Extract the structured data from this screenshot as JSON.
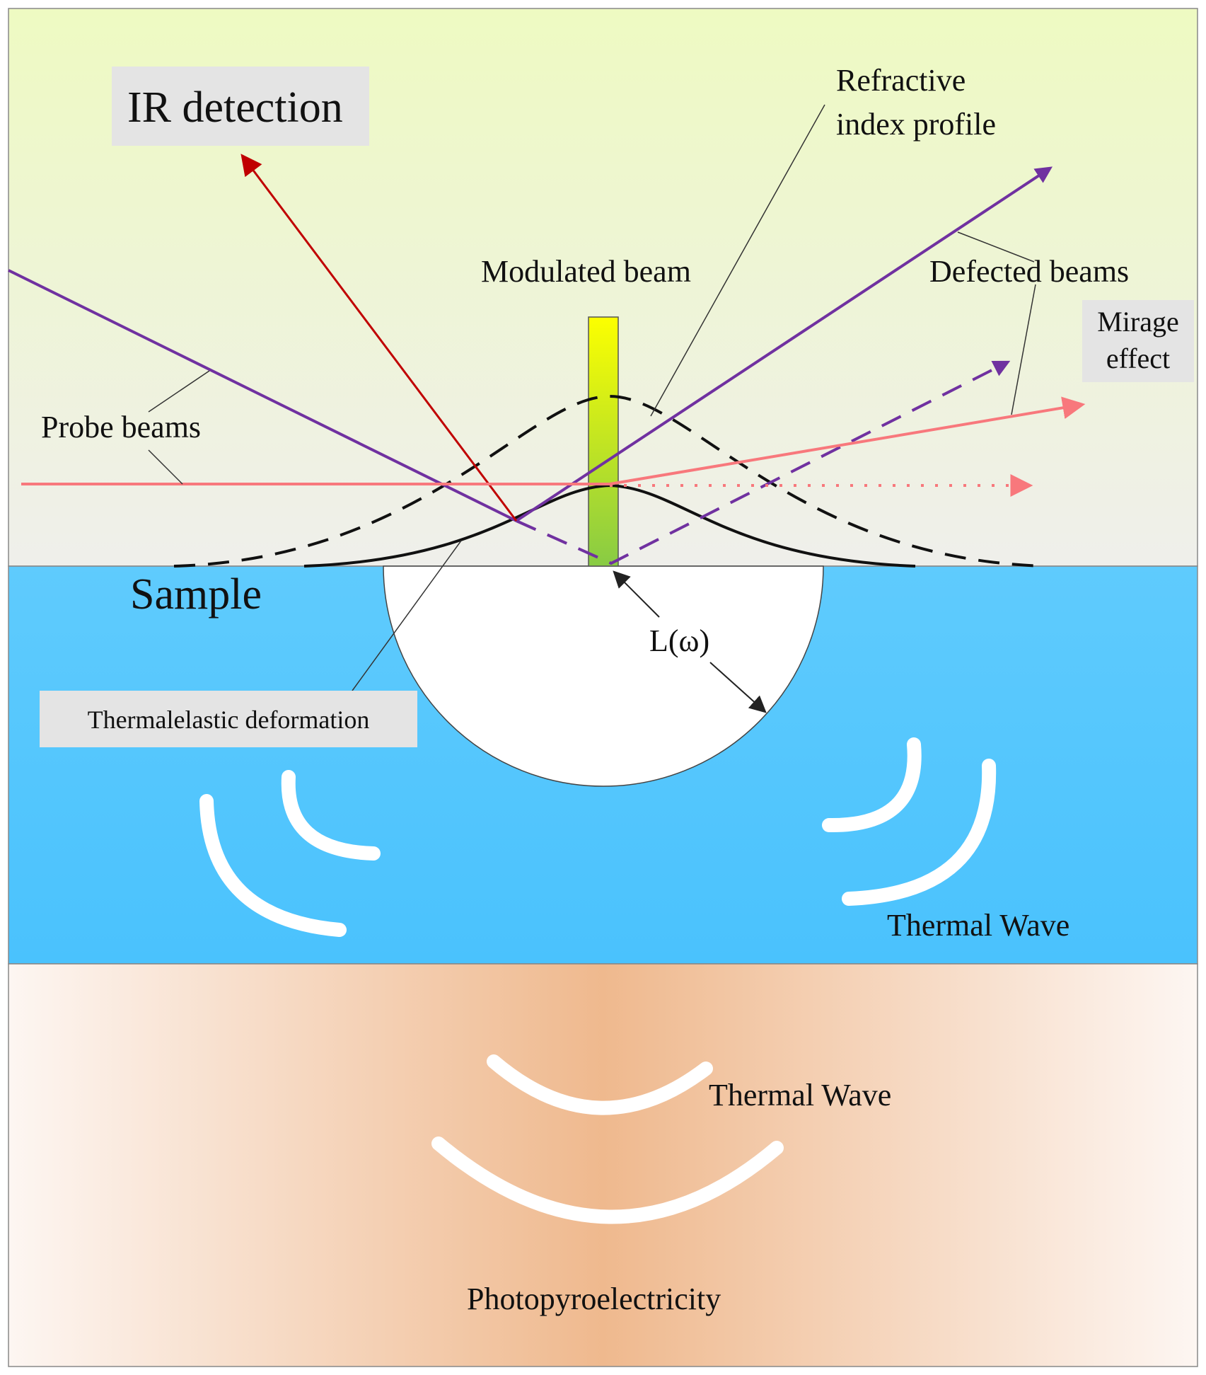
{
  "labels": {
    "ir_detection": "IR detection",
    "refractive_line1": "Refractive",
    "refractive_line2": "index profile",
    "modulated_beam": "Modulated beam",
    "deflected_beams": "Defected beams",
    "mirage_line1": "Mirage",
    "mirage_line2": "effect",
    "probe_beams": "Probe beams",
    "sample": "Sample",
    "l_omega": "L(ω)",
    "thermoelastic": "Thermalelastic deformation",
    "thermal_wave_upper": "Thermal Wave",
    "thermal_wave_lower": "Thermal Wave",
    "photopyro": "Photopyroelectricity"
  },
  "colors": {
    "air_top": "#eefac2",
    "air_bottom": "#efefeb",
    "sample_top": "#5fcbfd",
    "sample_bottom": "#4ac2fd",
    "substrate_center": "#efb98e",
    "substrate_edge": "#fdf6f2",
    "probe_beam": "#7031a0",
    "ir_beam": "#c00000",
    "mirage_beam": "#f8787c",
    "label_box": "#e4e4e4",
    "thermal_wave": "#ffffff",
    "modulated_beam_top": "#fcff00",
    "modulated_beam_bottom": "#88cb44"
  }
}
